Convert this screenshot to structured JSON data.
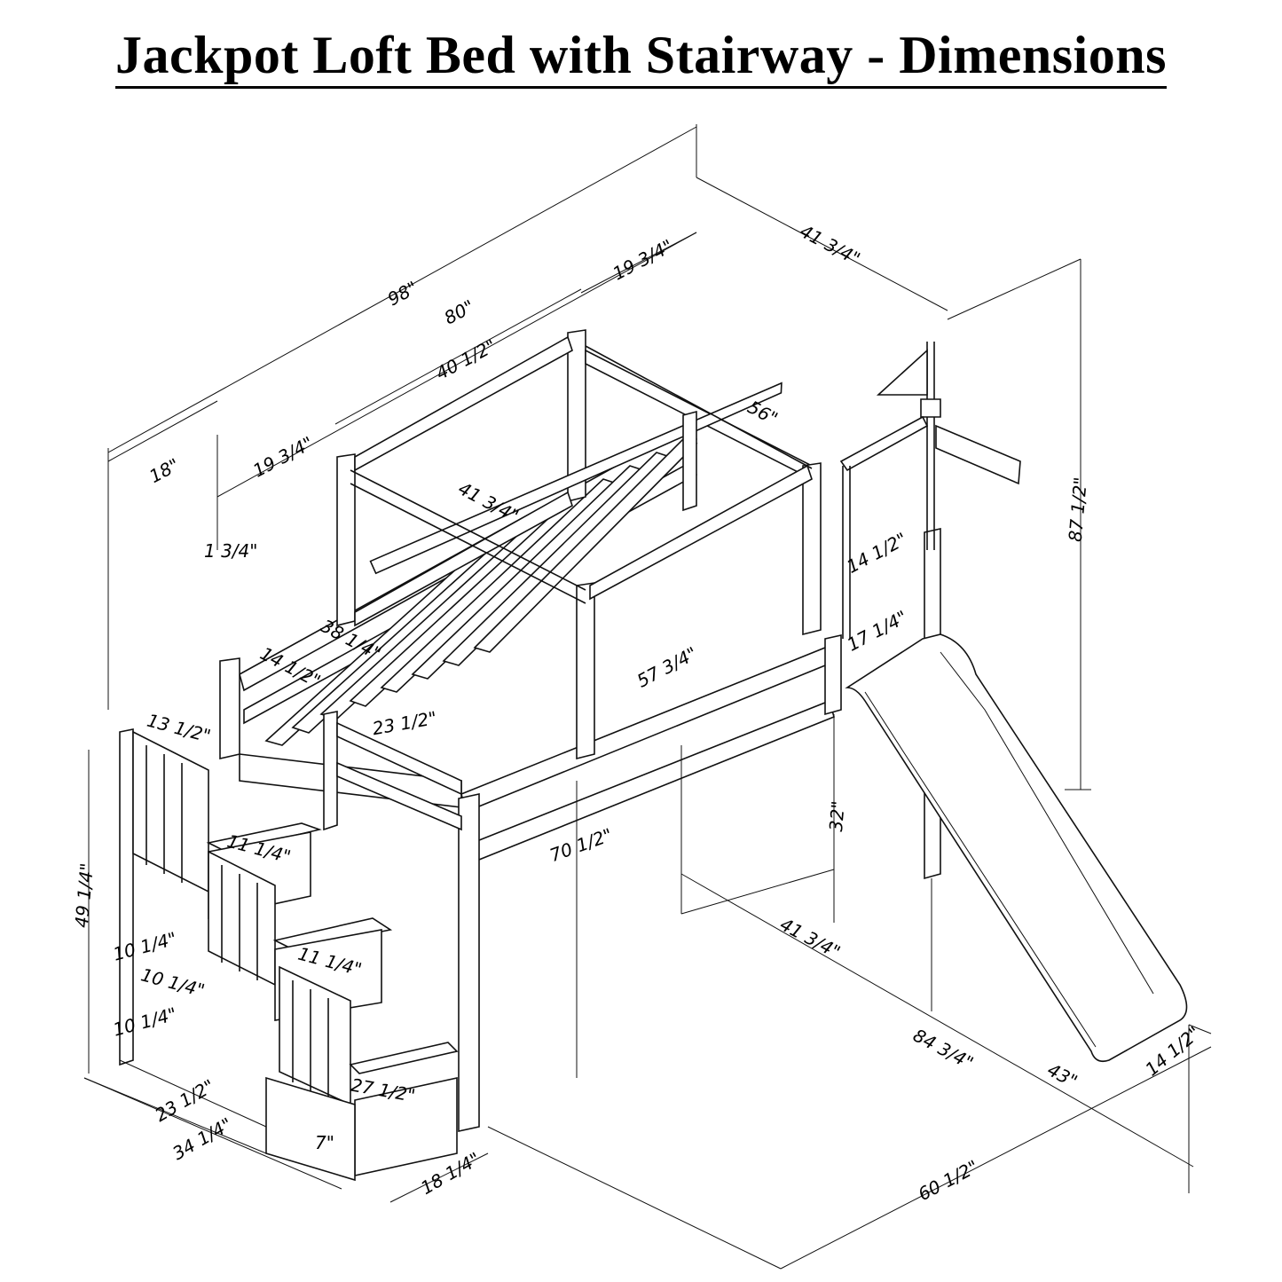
{
  "title": "Jackpot Loft Bed with Stairway - Dimensions",
  "dimensions": {
    "overall_length": "98\"",
    "bed_length": "80\"",
    "rail_end": "19 3/4\"",
    "rail_mid": "40 1/2\"",
    "ladder_offset": "18\"",
    "rail_start": "19 3/4\"",
    "overall_width_top": "41 3/4\"",
    "rail_56": "56\"",
    "inner_width": "41 3/4\"",
    "post": "1 3/4\"",
    "inner_38": "38 1/4\"",
    "guard_14": "14 1/2\"",
    "side_14": "14 1/2\"",
    "guard_17": "17 1/4\"",
    "slat_57": "57 3/4\"",
    "end_23": "23 1/2\"",
    "stair_13": "13 1/2\"",
    "total_height": "87 1/2\"",
    "stair_height": "49 1/4\"",
    "step_11a": "11 1/4\"",
    "step_11b": "11 1/4\"",
    "step_10a": "10 1/4\"",
    "step_10b": "10 1/4\"",
    "step_10c": "10 1/4\"",
    "clearance": "32\"",
    "rail_70": "70 1/2\"",
    "floor_41": "41 3/4\"",
    "floor_84": "84 3/4\"",
    "slide_43": "43\"",
    "slide_width": "14 1/2\"",
    "stair_depth": "23 1/2\"",
    "stair_total": "34 1/4\"",
    "step_rise": "7\"",
    "drawer": "18 1/4\"",
    "drawer_depth": "27 1/2\"",
    "floor_width": "60 1/2\""
  }
}
